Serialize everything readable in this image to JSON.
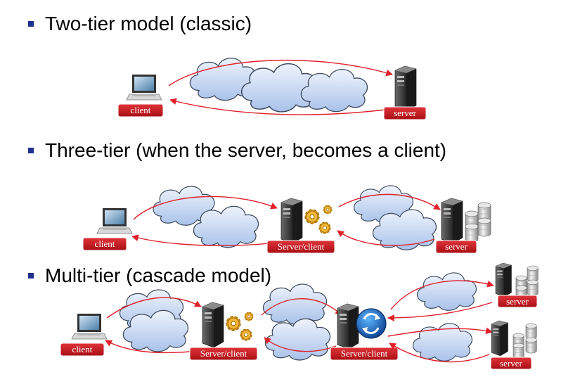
{
  "sections": [
    {
      "title": "Two-tier model (classic)"
    },
    {
      "title": "Three-tier (when the server, becomes a client)"
    },
    {
      "title": "Multi-tier (cascade model)"
    }
  ],
  "labels": {
    "client": "client",
    "server": "server",
    "server_client": "Server/client"
  },
  "colors": {
    "bullet": "#1f2f8f",
    "arrow": "#e0202a",
    "label_bg": "#c8141c",
    "cloud_fill": "#c9d9f2"
  },
  "icons": [
    "laptop-icon",
    "server-tower-icon",
    "gears-icon",
    "database-icon",
    "sync-icon",
    "cloud-icon"
  ]
}
